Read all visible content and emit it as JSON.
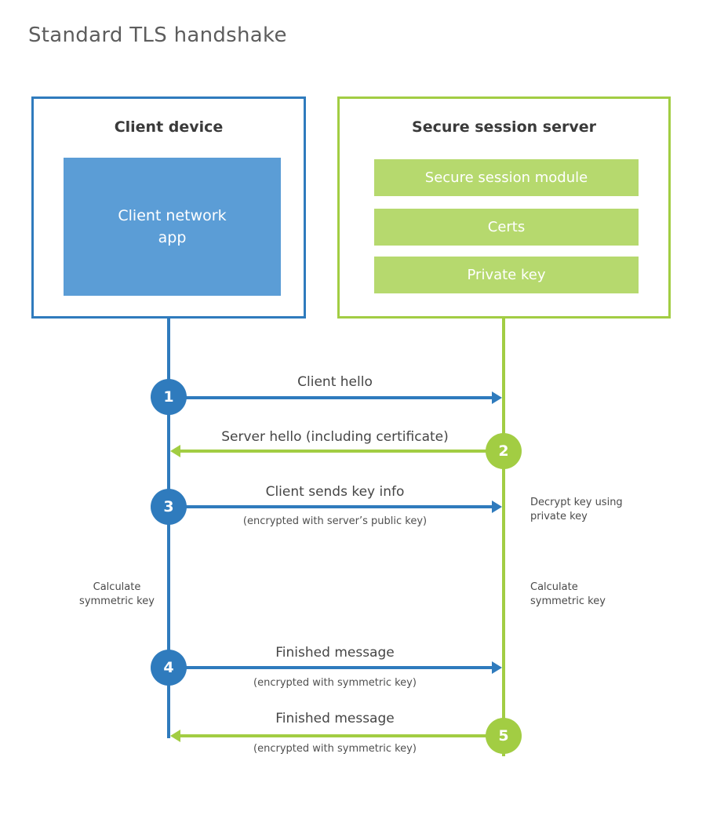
{
  "title": "Standard TLS handshake",
  "colors": {
    "blue": "#2f7bbd",
    "blue_fill": "#5b9dd6",
    "green": "#a2cd43",
    "green_fill": "#b6d96e"
  },
  "client": {
    "title": "Client device",
    "module": "Client network app"
  },
  "server": {
    "title": "Secure session server",
    "modules": [
      "Secure session module",
      "Certs",
      "Private key"
    ]
  },
  "steps": [
    {
      "num": "1",
      "label": "Client hello",
      "sub": "",
      "direction": "right",
      "color": "blue"
    },
    {
      "num": "2",
      "label": "Server hello (including certificate)",
      "sub": "",
      "direction": "left",
      "color": "green"
    },
    {
      "num": "3",
      "label": "Client sends key info",
      "sub": "(encrypted with server’s public key)",
      "direction": "right",
      "color": "blue"
    },
    {
      "num": "4",
      "label": "Finished message",
      "sub": "(encrypted with symmetric key)",
      "direction": "right",
      "color": "blue"
    },
    {
      "num": "5",
      "label": "Finished message",
      "sub": "(encrypted with symmetric key)",
      "direction": "left",
      "color": "green"
    }
  ],
  "notes": {
    "decrypt": "Decrypt key using private key",
    "calc_left": "Calculate symmetric key",
    "calc_right": "Calculate symmetric key"
  }
}
